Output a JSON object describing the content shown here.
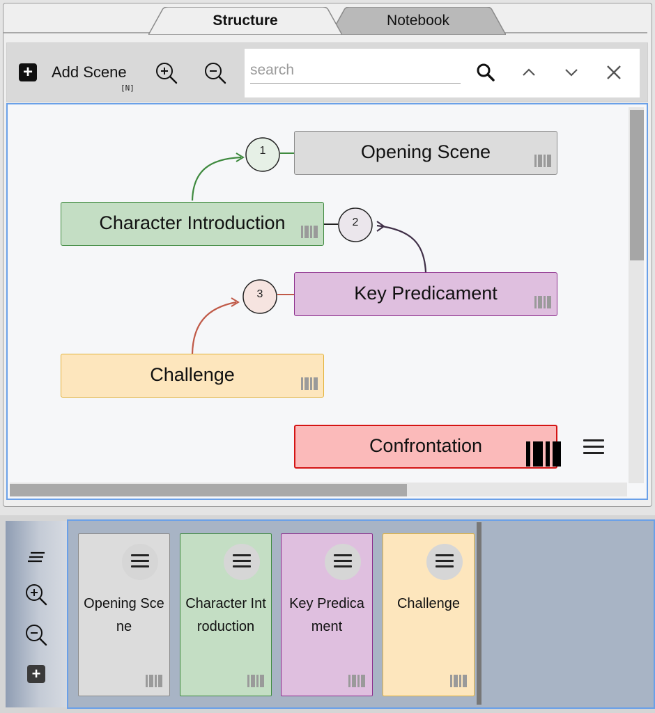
{
  "tabs": [
    {
      "label": "Structure",
      "active": true
    },
    {
      "label": "Notebook",
      "active": false
    }
  ],
  "toolbar": {
    "add_scene_label": "Add Scene",
    "add_scene_shortcut": "[N]",
    "search_placeholder": "search",
    "search_value": ""
  },
  "graph": {
    "nodes": [
      {
        "label": "Opening Scene",
        "color": "#dcdcdc",
        "border": "#8a8a8a"
      },
      {
        "label": "Character Introduction",
        "color": "#c4dec4",
        "border": "#3f8a3f"
      },
      {
        "label": "Key Predicament",
        "color": "#dfbfdf",
        "border": "#8c2d8c"
      },
      {
        "label": "Challenge",
        "color": "#fde6bd",
        "border": "#e3b23a"
      },
      {
        "label": "Confrontation",
        "color": "#fbbaba",
        "border": "#d41414",
        "selected": true
      }
    ],
    "connectors": [
      {
        "label": "1",
        "fill": "#e6f0e6",
        "color": "#3f8a3f"
      },
      {
        "label": "2",
        "fill": "#ebe6ec",
        "color": "#3f2f47"
      },
      {
        "label": "3",
        "fill": "#f6e4e0",
        "color": "#c05a48"
      }
    ]
  },
  "cards": [
    {
      "title": "Opening Scene",
      "color": "#dcdcdc",
      "border": "#8a8a8a"
    },
    {
      "title": "Character Introduction",
      "color": "#c4dec4",
      "border": "#3f8a3f"
    },
    {
      "title": "Key Predicament",
      "color": "#dfbfdf",
      "border": "#8c2d8c"
    },
    {
      "title": "Challenge",
      "color": "#fde6bd",
      "border": "#e3b23a"
    }
  ],
  "colors": {
    "accent_border": "#6aa0e8",
    "strip_background": "#a8b4c5"
  }
}
